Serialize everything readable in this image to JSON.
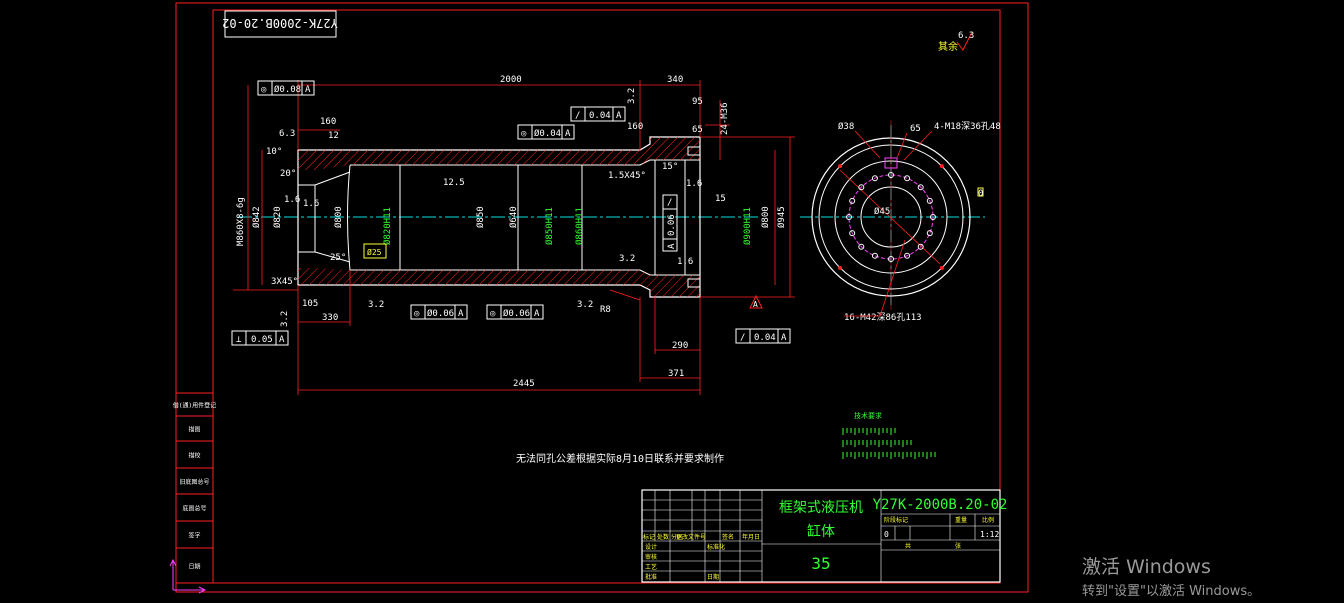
{
  "drawing": {
    "code_box": "Y27K-2000B.20-02",
    "roughness_rest": "其余",
    "roughness_rest_value": "6.3",
    "tech_note": "无法同孔公差根据实际8月10日联系并要求制作",
    "projection_symbol_note": "技术要求"
  },
  "dimensions": {
    "d2000": "2000",
    "d340": "340",
    "d95": "95",
    "d65": "65",
    "d24m36": "24-M36",
    "d160a": "160",
    "d12": "12",
    "d160b": "160",
    "d6_3": "6.3",
    "d10deg": "10°",
    "d20deg": "20°",
    "d1_6a": "1.6",
    "d1_6b": "1.6",
    "d1_6c": "1.6",
    "d1_6d": "1.6",
    "d3_2a": "3.2",
    "d3_2b": "3.2",
    "d3_2c": "3.2",
    "d3_2d": "3.2",
    "d3_2e": "3.2",
    "d12_5": "12.5",
    "d1_5x45": "1.5X45°",
    "d15deg": "15°",
    "d15": "15",
    "d25deg": "25°",
    "d3x45": "3X45°",
    "d105": "105",
    "d330": "330",
    "dR8": "R8",
    "d290": "290",
    "d371": "371",
    "d2445": "2445",
    "thread": "M860X8-6g",
    "phi842": "Ø842",
    "phi820": "Ø820",
    "phi800": "Ø800",
    "phi850": "Ø850",
    "phi640": "Ø640",
    "phi945": "Ø945",
    "phi800b": "Ø800",
    "phi820h": "Ø820H11",
    "phi850h": "Ø850H11",
    "phi860h": "Ø860H11",
    "phi900h": "Ø900H11",
    "tol_006": "0.06"
  },
  "tolerances": {
    "t1": {
      "sym": "◎",
      "val": "Ø0.08",
      "datum": "A"
    },
    "t2": {
      "sym": "◎",
      "val": "Ø0.04",
      "datum": "A"
    },
    "t3": {
      "sym": "/",
      "val": "0.04",
      "datum": "A"
    },
    "t4": {
      "sym": "◎",
      "val": "Ø0.06",
      "datum": "A"
    },
    "t5": {
      "sym": "◎",
      "val": "Ø0.06",
      "datum": "A"
    },
    "t6": {
      "sym": "⊥",
      "val": "0.05",
      "datum": "A"
    },
    "t7": {
      "sym": "/",
      "val": "0.04",
      "datum": "A"
    },
    "t8": {
      "sym": "/",
      "val": "0.06",
      "datum": "A"
    }
  },
  "side_view": {
    "phi38": "Ø38",
    "d65": "65",
    "holes_top": "4-M18深36孔48",
    "holes_bottom": "16-M42深86孔113",
    "d45": "Ø45",
    "label_0": "0"
  },
  "title_block": {
    "part_title_1": "框架式液压机",
    "part_title_2": "缸体",
    "material": "35",
    "drawing_no": "Y27K-2000B.20-02",
    "scale_label": "比例",
    "scale_value": "1:12",
    "weight_label": "重量",
    "stage_label": "阶段标记",
    "sheet_label": "共",
    "sheet_label2": "张",
    "design": "设计",
    "check": "审核",
    "process": "工艺",
    "standard": "标准化",
    "approve": "批准",
    "date": "日期",
    "mark": "标记",
    "count": "处数",
    "zone": "分区",
    "change_no": "更改文件号",
    "sign": "签名",
    "ymd": "年月日",
    "zero": "0"
  },
  "left_strip": [
    "借(通)用件登记",
    "描图",
    "描校",
    "旧底图总号",
    "底图总号",
    "签字",
    "日期"
  ],
  "watermark": {
    "line1": "激活 Windows",
    "line2": "转到\"设置\"以激活 Windows。"
  },
  "colors": {
    "border": "#ff2020",
    "dim": "#ff2020",
    "text": "#ffffff",
    "green": "#33ff33",
    "cyan": "#00e0e0",
    "magenta": "#ff40ff",
    "yellow": "#ffff33"
  }
}
